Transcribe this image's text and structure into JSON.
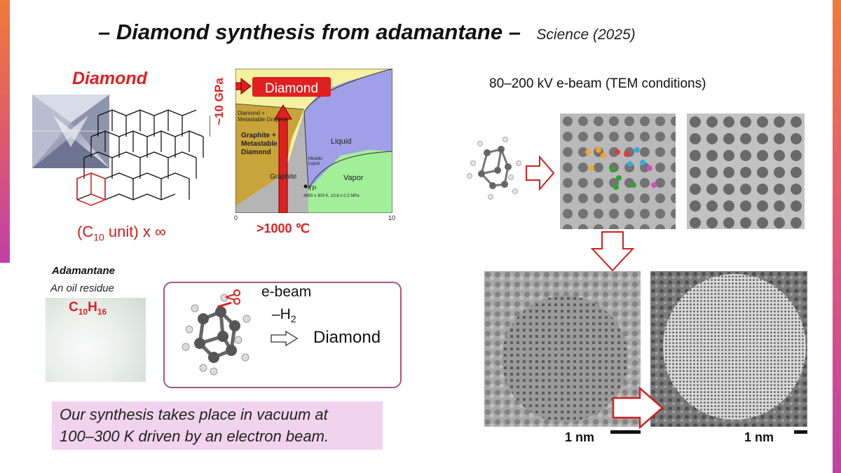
{
  "title": {
    "main": "– Diamond synthesis from adamantane –",
    "source": "Science (2025)"
  },
  "diamond_panel": {
    "heading": "Diamond",
    "unit_label_prefix": "(C",
    "unit_label_sub": "10",
    "unit_label_suffix": " unit) x ∞"
  },
  "phase_diagram": {
    "pressure_label": "~10 GPa",
    "target_label": "Diamond",
    "temperature_label": ">1000 ℃",
    "x_tick_0": "0",
    "x_tick_10": "10",
    "region_diamond_metastable": "Diamond + Metastable Graphite",
    "region_graphite_metastable": "Graphite + Metastable Diamond",
    "region_graphite": "Graphite",
    "region_liquid": "Liquid",
    "region_metallic_liquid": "Metallic Liquid",
    "region_vapor": "Vapor",
    "triple_point": "TP",
    "triple_point_value": "4600 ± 300 K, 10.8 ± 0.2 MPa",
    "colors": {
      "diamond_region": "#f5f1a0",
      "graphite_metastable": "#c8a43a",
      "graphite": "#b5b5b5",
      "liquid": "#a0a0e8",
      "vapor": "#a2ef9a",
      "arrow": "#e02020"
    }
  },
  "adamantane": {
    "title": "Adamantane",
    "subtitle": "An oil residue",
    "formula_c": "C",
    "formula_c_sub": "10",
    "formula_h": "H",
    "formula_h_sub": "16"
  },
  "reaction": {
    "ebeam_label": "e-beam",
    "h2_label": "–H",
    "h2_sub": "2",
    "product_label": "Diamond"
  },
  "note": {
    "line1": "Our synthesis takes place in vacuum at",
    "line2": "100–300 K driven by an electron beam."
  },
  "tem": {
    "condition_label": "80–200 kV e-beam (TEM conditions)",
    "scale_label_1": "1 nm",
    "scale_label_2": "1 nm"
  },
  "icons": {
    "arrow_right": "hollow-arrow-right-icon",
    "arrow_down": "hollow-arrow-down-icon",
    "scissors": "scissors-icon"
  }
}
